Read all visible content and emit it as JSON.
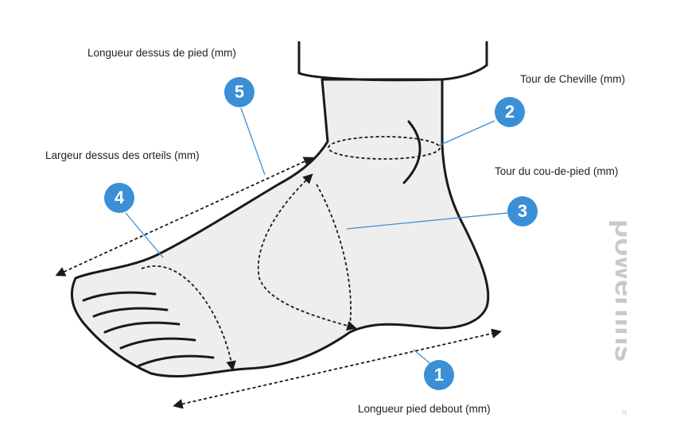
{
  "colors": {
    "badge": "#3b8fd6",
    "outline": "#1a1a1a",
    "fill": "#eeeeee",
    "leader": "#3b8fd6",
    "brand": "#c9c9c9"
  },
  "labels": {
    "longueur_dessus": "Longueur dessus de pied (mm)",
    "tour_cheville": "Tour de Cheville (mm)",
    "largeur_orteils": "Largeur dessus des orteils (mm)",
    "tour_cou_de_pied": "Tour du cou-de-pied (mm)",
    "longueur_debout": "Longueur pied debout (mm)"
  },
  "badges": {
    "b1": "1",
    "b2": "2",
    "b3": "3",
    "b4": "4",
    "b5": "5"
  },
  "brand": {
    "name": "powerfins",
    "suffix": ".fr"
  }
}
